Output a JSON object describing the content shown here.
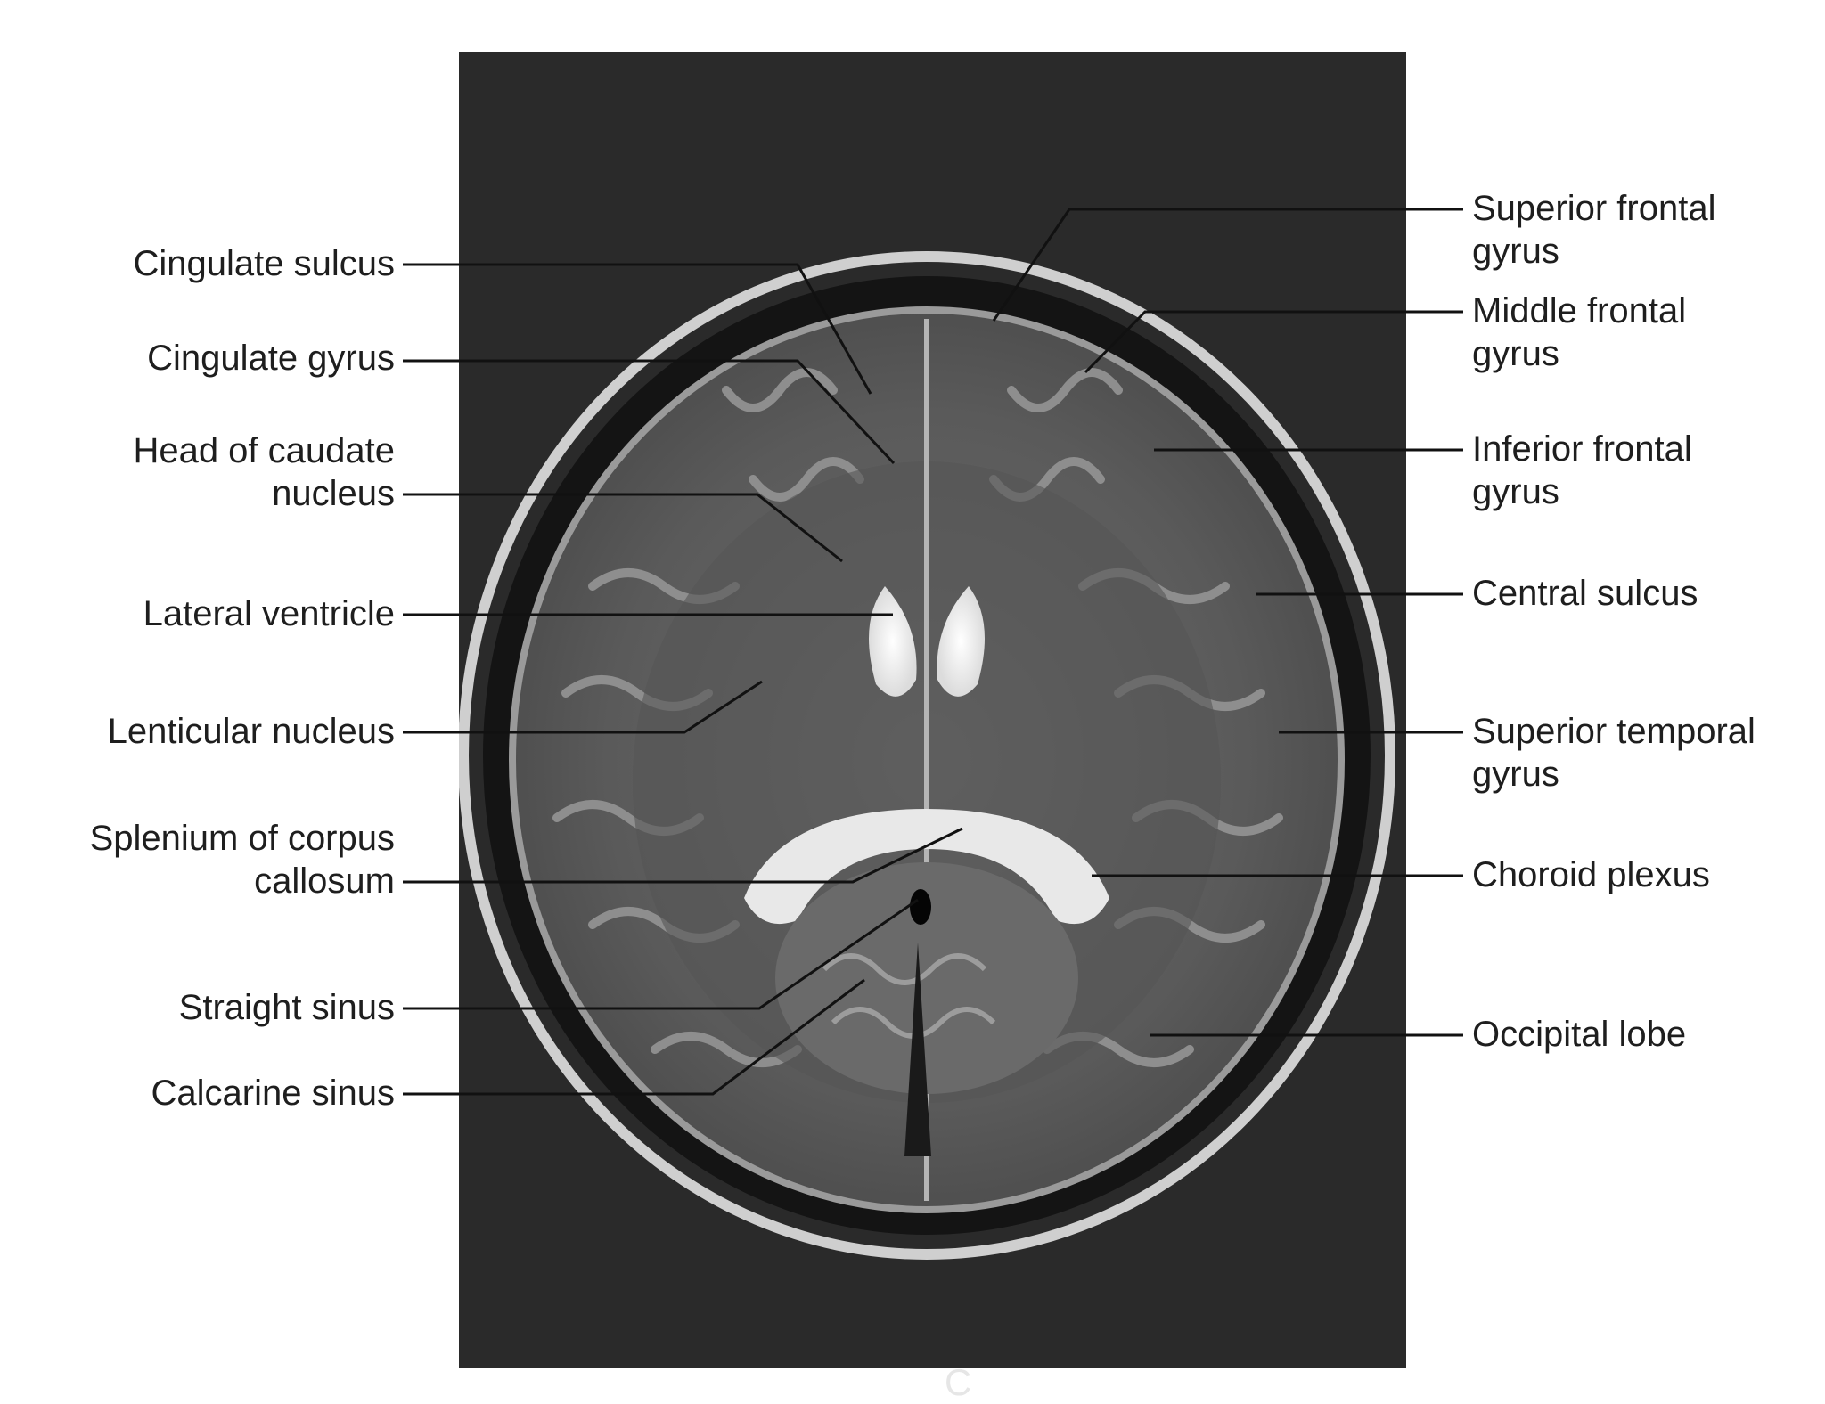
{
  "figure": {
    "panel_letter": "C",
    "labels_left": {
      "cingulate_sulcus": "Cingulate sulcus",
      "cingulate_gyrus": "Cingulate gyrus",
      "head_of_caudate": [
        "Head of caudate",
        "nucleus"
      ],
      "lateral_ventricle": "Lateral ventricle",
      "lenticular_nucleus": "Lenticular nucleus",
      "splenium": [
        "Splenium of corpus",
        "callosum"
      ],
      "straight_sinus": "Straight sinus",
      "calcarine_sinus": "Calcarine sinus"
    },
    "labels_right": {
      "superior_frontal": [
        "Superior frontal",
        "gyrus"
      ],
      "middle_frontal": [
        "Middle frontal",
        "gyrus"
      ],
      "inferior_frontal": [
        "Inferior frontal",
        "gyrus"
      ],
      "central_sulcus": "Central sulcus",
      "superior_temporal": [
        "Superior temporal",
        "gyrus"
      ],
      "choroid_plexus": "Choroid plexus",
      "occipital_lobe": "Occipital lobe"
    },
    "colors": {
      "background": "#ffffff",
      "scan_background": "#2a2a2a",
      "label_text": "#1e1e1e",
      "leader_line": "#111111"
    }
  }
}
